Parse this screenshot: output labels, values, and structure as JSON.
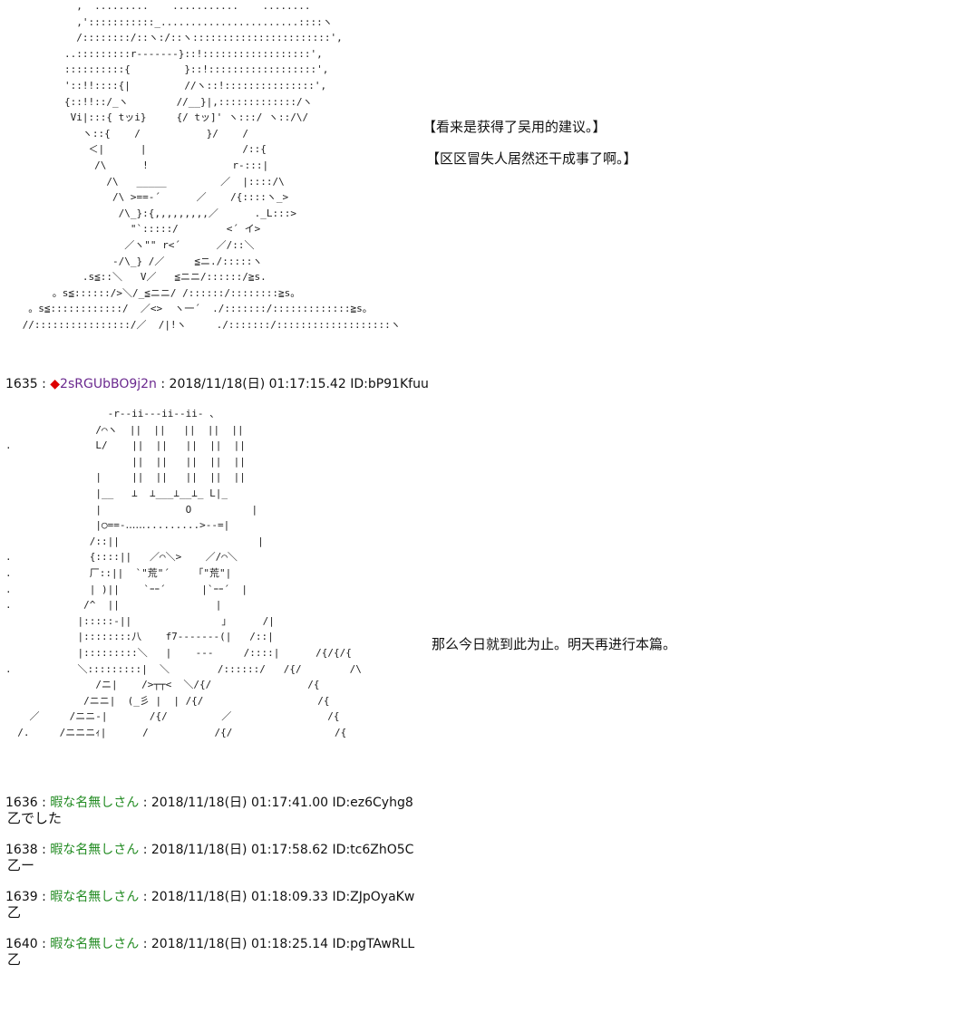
{
  "art": {
    "top": "          ,  .........    ...........    ........\n          ,':::::::::::_.......................::::ヽ\n          /::::::::/::ヽ:/::ヽ:::::::::::::::::::::::',\n        ..:::::::::r-------}::!::::::::::::::::::',\n        ::::::::::{         }::!::::::::::::::::::',\n        '::!!::::{|         //ヽ::!:::::::::::::::',\n        {::!!::/_ヽ        //__}|,:::::::::::::/ヽ\n         Vi|:::{ tッi}     {/ tッ]' ヽ:::/ ヽ::/\\/\n           ヽ::{    /           }/    /\n            ＜|      |                /::{\n             /\\      !              r-:::|\n               /\\   _____         ／  |::::/\\\n                /\\ >==-´      ／    /{::::ヽ_>\n                 /\\_}:{,,,,,,,,,／      ._L:::>\n                   \"`:::::/        <´ イ>\n                  ／ヽ\"\" r<´      ／/::＼\n                -/\\_} /／     ≦ニ./:::::ヽ\n           .s≦::＼   V／   ≦ニニ/::::::/≧s.\n      。s≦::::::/>＼/_≦ニニ/ /::::::/::::::::≧s。\n  。s≦::::::::::::/  ／<>  ヽ一´  ./:::::::/:::::::::::::≧s。\n //::::::::::::::::/／  /|!ヽ     ./:::::::/:::::::::::::::::::ヽ",
    "bottom": "                 -r--ii---ii--ii- 、\n               /⌒ヽ  ||  ||   ||  ||  ||\n.              L/    ||  ||   ||  ||  ||\n                     ||  ||   ||  ||  ||\n               |     ||  ||   ||  ||  ||\n               |__   ⊥  ⊥___⊥__⊥_ L|_\n               |              O          |\n               |○==-‥‥‥.........>--=|\n              /::||                       |\n.             {::::||   ／⌒＼>    ／/⌒＼\n.             厂::||  `\"荒\"´    「\"荒\"|\n.             | )||    `ｰｰ´      |`ｰｰ´  |\n.            /^  ||                |\n            |:::::-||               ｣      /|\n            |::::::::八    f7-------(|   /::|\n            |:::::::::＼   |    ---     /::::|      /{/{/{\n.           ＼:::::::::|  ＼        /::::::/   /{/        /\\\n               /ニ|    />┬┬<  ＼/{/                /{\n             /ニニ|  (_彡 |  | /{/                   /{\n    ／     /ニニ-|       /{/         ／                /{\n  /.     /ニニニｨ|      /           /{/                 /{"
  },
  "narration": {
    "line1": "【看来是获得了吴用的建议。】",
    "line2": "【区区冒失人居然还干成事了啊。】",
    "line3": "那么今日就到此为止。明天再进行本篇。"
  },
  "posts": [
    {
      "number": "1635",
      "separator": " : ",
      "diamond": "◆",
      "trip": "2sRGUbBO9j2n",
      "datetime": " : 2018/11/18(日) 01:17:15.42 ID:bP91Kfuu",
      "body": ""
    },
    {
      "number": "1636",
      "separator": " : ",
      "name": "暇な名無しさん",
      "datetime": " : 2018/11/18(日) 01:17:41.00 ID:ez6Cyhg8",
      "body": "乙でした"
    },
    {
      "number": "1638",
      "separator": " : ",
      "name": "暇な名無しさん",
      "datetime": " : 2018/11/18(日) 01:17:58.62 ID:tc6ZhO5C",
      "body": "乙ー"
    },
    {
      "number": "1639",
      "separator": " : ",
      "name": "暇な名無しさん",
      "datetime": " : 2018/11/18(日) 01:18:09.33 ID:ZJpOyaKw",
      "body": "乙"
    },
    {
      "number": "1640",
      "separator": " : ",
      "name": "暇な名無しさん",
      "datetime": " : 2018/11/18(日) 01:18:25.14 ID:pgTAwRLL",
      "body": "乙"
    }
  ]
}
